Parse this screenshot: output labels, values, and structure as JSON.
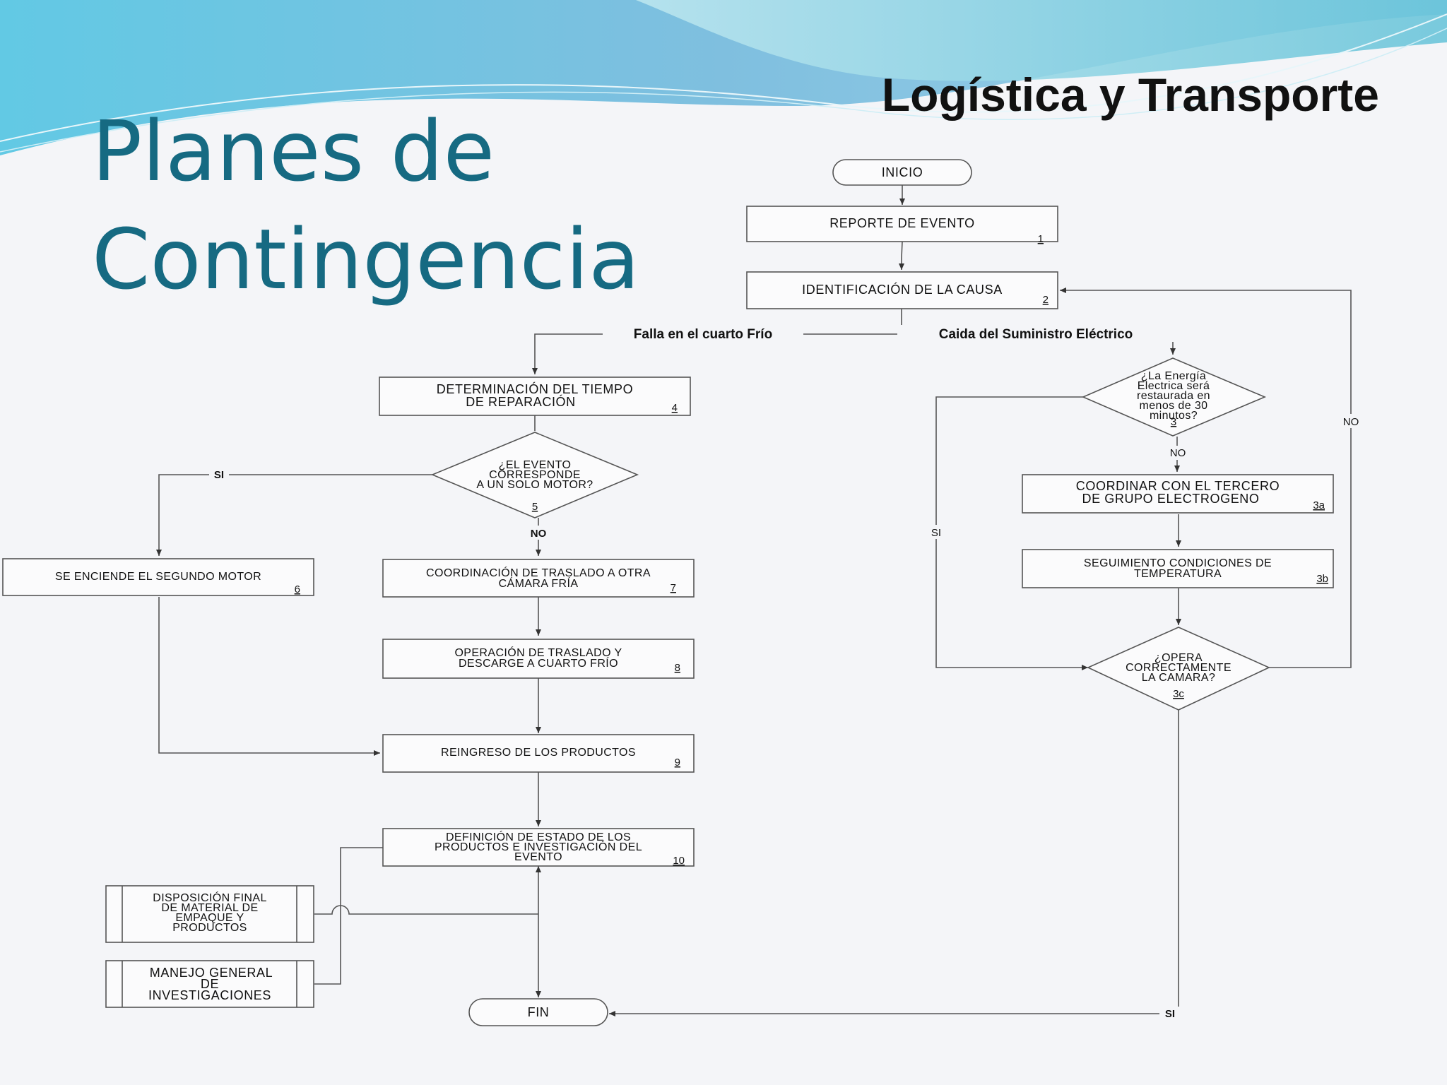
{
  "slide": {
    "title_line1": "Planes de",
    "title_line2": "Contingencia",
    "brand": "Logística y Transporte",
    "colors": {
      "title": "#166a82",
      "brand": "#111111",
      "wave_dark": "#4fb5d9",
      "wave_light": "#aee2ee",
      "background": "#f4f5f8"
    }
  },
  "flowchart": {
    "nodes": {
      "inicio": "INICIO",
      "n1": {
        "text": [
          "REPORTE  DE  EVENTO"
        ],
        "num": "1"
      },
      "n2": {
        "text": [
          "IDENTIFICACIÓN  DE  LA  CAUSA"
        ],
        "num": "2"
      },
      "n3": {
        "text": [
          "¿La Energía",
          "Electrica será",
          "restaurada en",
          "menos de 30",
          "minutos?"
        ],
        "num": "3"
      },
      "n3a": {
        "text": [
          "COORDINAR CON EL TERCERO",
          "DE GRUPO ELECTROGENO"
        ],
        "num": "3a"
      },
      "n3b": {
        "text": [
          "SEGUIMIENTO CONDICIONES DE",
          "TEMPERATURA"
        ],
        "num": "3b"
      },
      "n3c": {
        "text": [
          "¿OPERA",
          "CORRECTAMENTE",
          "LA CAMARA?"
        ],
        "num": "3c"
      },
      "n4": {
        "text": [
          "DETERMINACIÓN  DEL  TIEMPO",
          "DE REPARACIÓN"
        ],
        "num": "4"
      },
      "n5": {
        "text": [
          "¿EL  EVENTO",
          "CORRESPONDE",
          "A  UN  SOLO MOTOR?"
        ],
        "num": "5"
      },
      "n6": {
        "text": [
          "SE ENCIENDE EL SEGUNDO MOTOR"
        ],
        "num": "6"
      },
      "n7": {
        "text": [
          "COORDINACIÓN DE TRASLADO A OTRA",
          "CÁMARA FRÍA"
        ],
        "num": "7"
      },
      "n8": {
        "text": [
          "OPERACIÓN DE TRASLADO Y",
          "DESCARGE A CUARTO FRÍO"
        ],
        "num": "8"
      },
      "n9": {
        "text": [
          "REINGRESO DE LOS PRODUCTOS"
        ],
        "num": "9"
      },
      "n10": {
        "text": [
          "DEFINICIÓN DE ESTADO DE LOS",
          "PRODUCTOS E  INVESTIGACIÓN DEL",
          "EVENTO"
        ],
        "num": "10"
      },
      "sub1": {
        "text": [
          "DISPOSICIÓN FINAL",
          "DE MATERIAL DE",
          "EMPAQUE Y",
          "PRODUCTOS"
        ]
      },
      "sub2": {
        "text": [
          "MANEJO GENERAL",
          "DE",
          "INVESTIGACIONES"
        ]
      },
      "fin": "FIN"
    },
    "edge_labels": {
      "falla": "Falla en el cuarto Frío",
      "caida": "Caida del Suministro Eléctrico",
      "si_5": "SI",
      "no_5": "NO",
      "no_3": "NO",
      "si_3": "SI",
      "no_3c": "NO",
      "si_3c": "SI"
    }
  }
}
